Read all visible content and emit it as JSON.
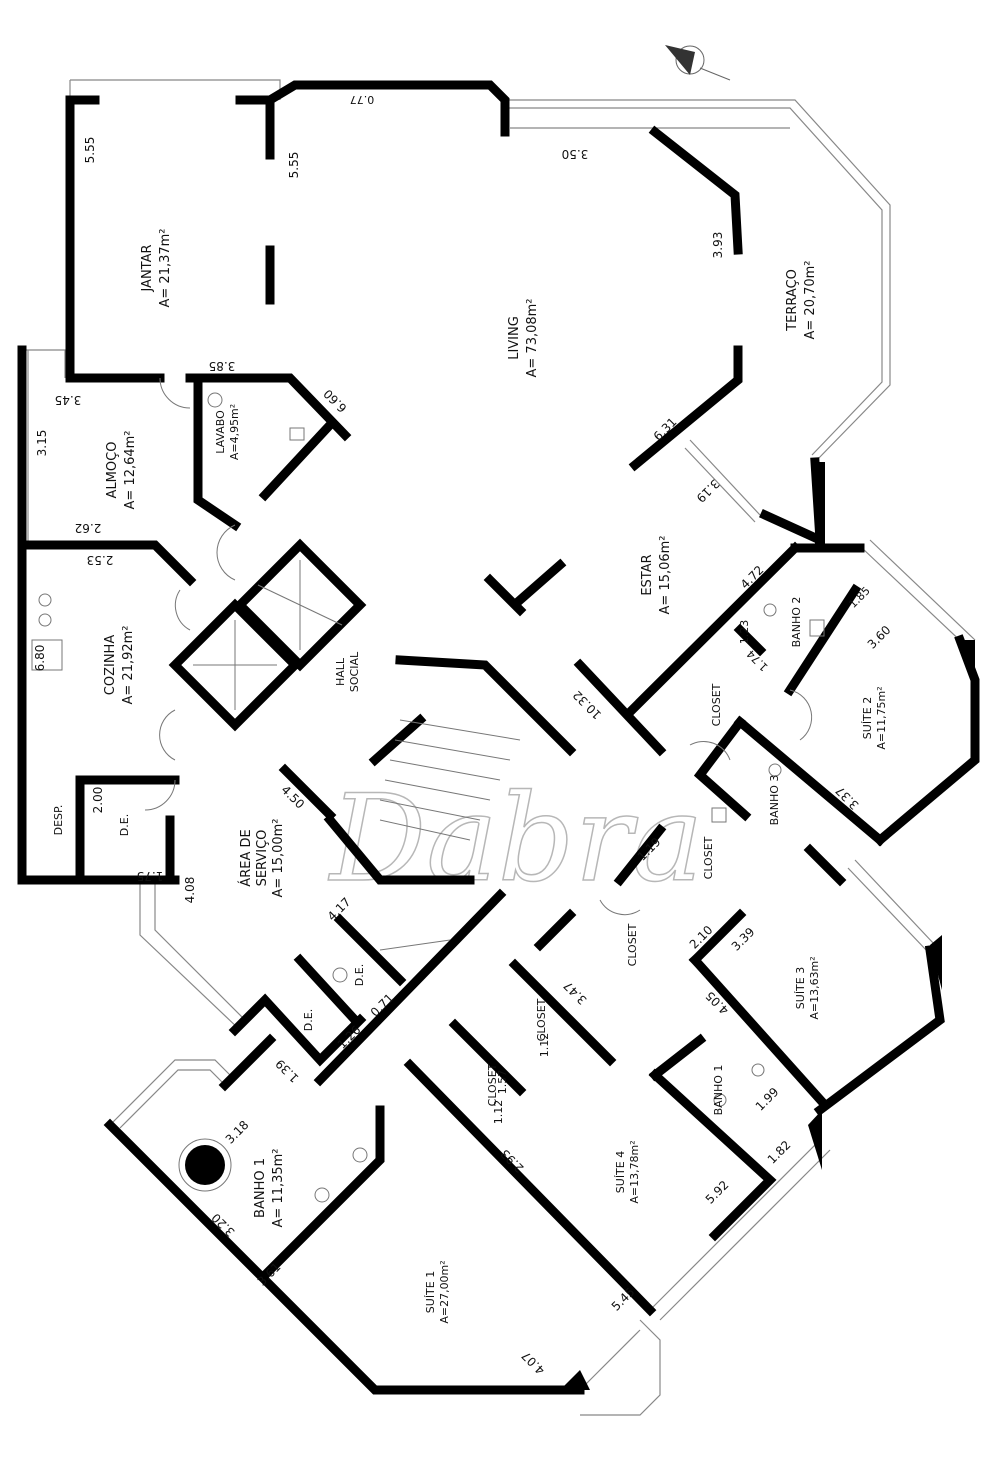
{
  "plan": {
    "watermark": "Dabra",
    "colors": {
      "wall": "#000000",
      "window": "#888888",
      "background": "#ffffff"
    },
    "rooms": {
      "jantar": {
        "name": "JANTAR",
        "area": "A= 21,37m²"
      },
      "living": {
        "name": "LIVING",
        "area": "A= 73,08m²"
      },
      "terraco": {
        "name": "TERRAÇO",
        "area": "A= 20,70m²"
      },
      "almoco": {
        "name": "ALMOÇO",
        "area": "A= 12,64m²"
      },
      "lavabo": {
        "name": "LAVABO",
        "area": "A=4,95m²"
      },
      "estar": {
        "name": "ESTAR",
        "area": "A= 15,06m²"
      },
      "cozinha": {
        "name": "COZINHA",
        "area": "A= 21,92m²"
      },
      "hall": {
        "name": "HALL",
        "name2": "SOCIAL"
      },
      "de1": {
        "name": "D.E."
      },
      "desp": {
        "name": "DESP."
      },
      "servico": {
        "name": "ÁREA DE",
        "name2": "SERVIÇO",
        "area": "A= 15,00m²"
      },
      "de2": {
        "name": "D.E."
      },
      "de3": {
        "name": "D.E."
      },
      "suite2": {
        "name": "SUÍTE 2",
        "area": "A=11,75m²"
      },
      "banho2": {
        "name": "BANHO 2"
      },
      "banho3": {
        "name": "BANHO 3"
      },
      "closet_s2": {
        "name": "CLOSET"
      },
      "closet_s3a": {
        "name": "CLOSET"
      },
      "closet_s3b": {
        "name": "CLOSET"
      },
      "suite3": {
        "name": "SUÍTE 3",
        "area": "A=13,63m²"
      },
      "banho1_s3": {
        "name": "BANHO 1"
      },
      "closet_s4a": {
        "name": "CLOSET"
      },
      "closet_s4b": {
        "name": "CLOSET"
      },
      "suite4": {
        "name": "SUÍTE 4",
        "area": "A=13,78m²"
      },
      "banho1": {
        "name": "BANHO 1",
        "area": "A= 11,35m²"
      },
      "suite1": {
        "name": "SUÍTE 1",
        "area": "A=27,00m²"
      }
    },
    "dims": [
      "5.55",
      "5.55",
      "3.50",
      "3.93",
      "6.31",
      "3.19",
      "3.85",
      "6.60",
      "3.45",
      "3.15",
      "2.62",
      "2.53",
      "6.80",
      "2.00",
      "1.75",
      "4.50",
      "4.08",
      "4.17",
      "0.71",
      "1.26",
      "1.39",
      "3.18",
      "3.20",
      "3.61",
      "4.07",
      "5.45",
      "2.93",
      "5.92",
      "1.82",
      "1.99",
      "4.05",
      "3.39",
      "2.10",
      "1.19",
      "3.47",
      "1.12",
      "1.12",
      "1.57",
      "1.74",
      "1.23",
      "4.72",
      "10.32",
      "3.60",
      "1.85",
      "3.37",
      "0.77"
    ]
  }
}
